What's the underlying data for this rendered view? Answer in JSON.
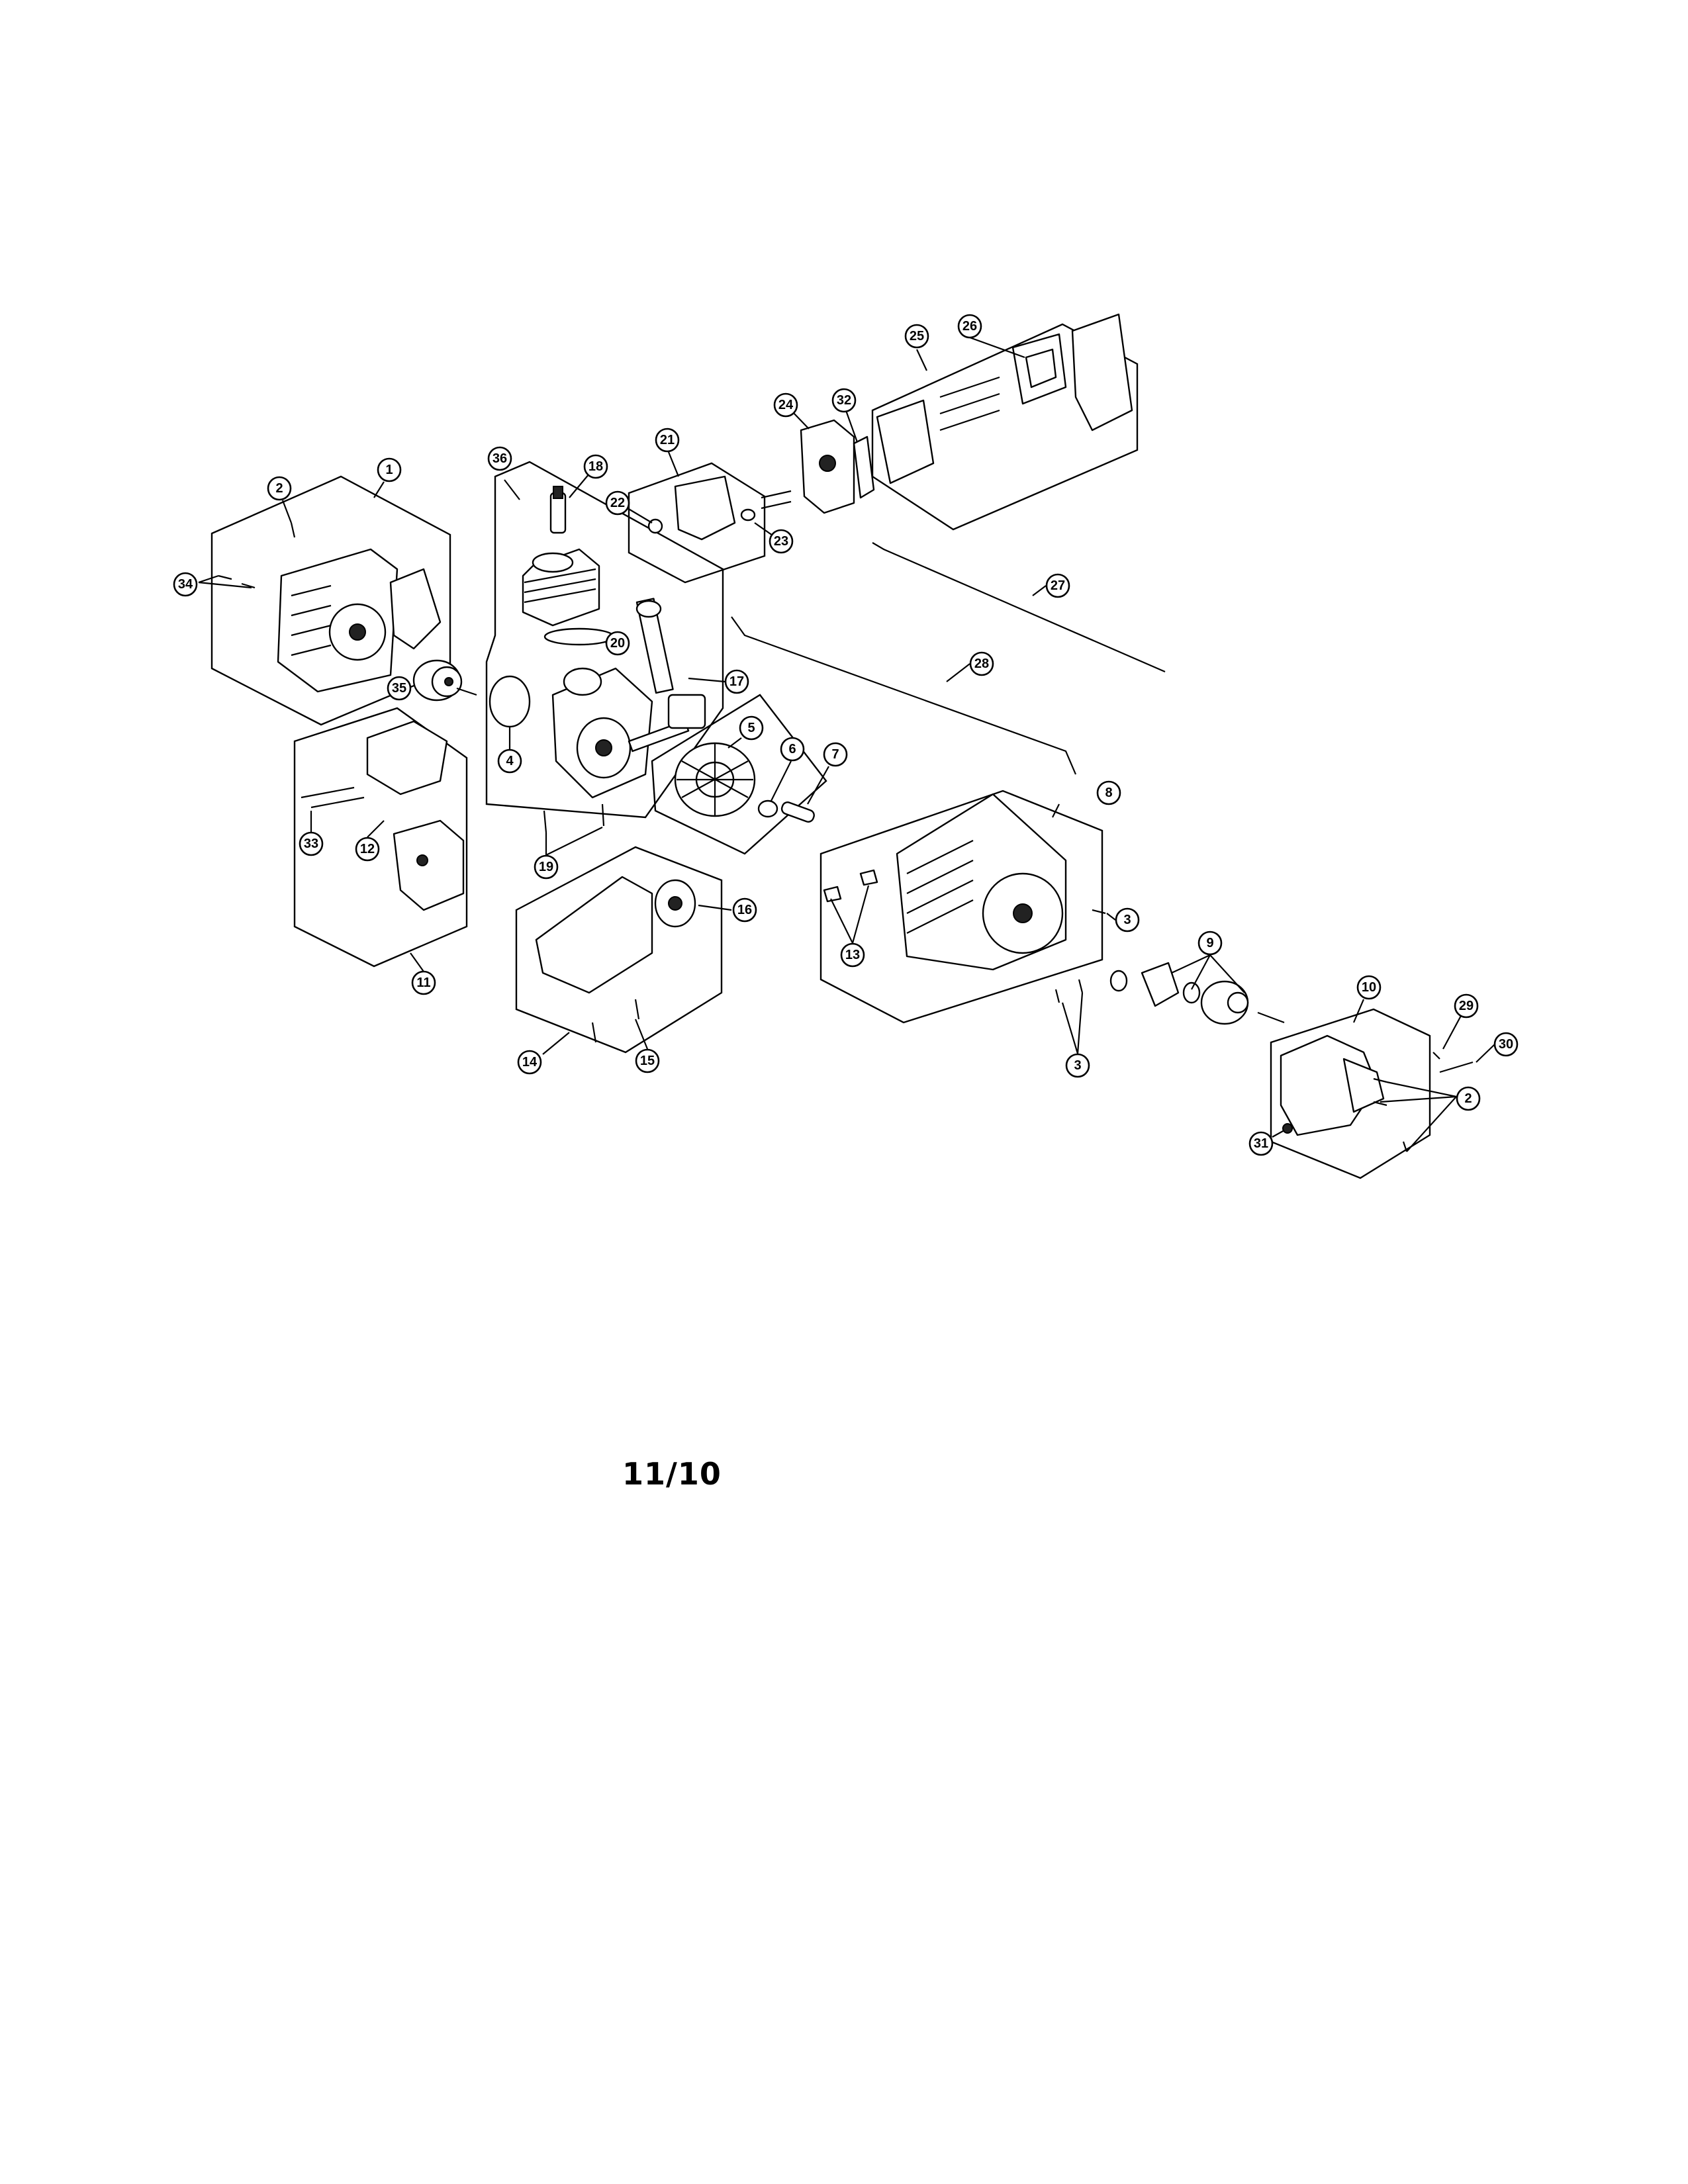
{
  "page": {
    "footer_label": "11/10"
  },
  "callouts": [
    {
      "id": "c1",
      "label": "1"
    },
    {
      "id": "c2a",
      "label": "2"
    },
    {
      "id": "c2b",
      "label": "2"
    },
    {
      "id": "c3a",
      "label": "3"
    },
    {
      "id": "c3b",
      "label": "3"
    },
    {
      "id": "c4",
      "label": "4"
    },
    {
      "id": "c5",
      "label": "5"
    },
    {
      "id": "c6",
      "label": "6"
    },
    {
      "id": "c7",
      "label": "7"
    },
    {
      "id": "c8",
      "label": "8"
    },
    {
      "id": "c9",
      "label": "9"
    },
    {
      "id": "c10",
      "label": "10"
    },
    {
      "id": "c11",
      "label": "11"
    },
    {
      "id": "c12",
      "label": "12"
    },
    {
      "id": "c13",
      "label": "13"
    },
    {
      "id": "c14",
      "label": "14"
    },
    {
      "id": "c15",
      "label": "15"
    },
    {
      "id": "c16",
      "label": "16"
    },
    {
      "id": "c17",
      "label": "17"
    },
    {
      "id": "c18",
      "label": "18"
    },
    {
      "id": "c19",
      "label": "19"
    },
    {
      "id": "c20",
      "label": "20"
    },
    {
      "id": "c21",
      "label": "21"
    },
    {
      "id": "c22",
      "label": "22"
    },
    {
      "id": "c23",
      "label": "23"
    },
    {
      "id": "c24",
      "label": "24"
    },
    {
      "id": "c25",
      "label": "25"
    },
    {
      "id": "c26",
      "label": "26"
    },
    {
      "id": "c27",
      "label": "27"
    },
    {
      "id": "c28",
      "label": "28"
    },
    {
      "id": "c29",
      "label": "29"
    },
    {
      "id": "c30",
      "label": "30"
    },
    {
      "id": "c31",
      "label": "31"
    },
    {
      "id": "c32",
      "label": "32"
    },
    {
      "id": "c33",
      "label": "33"
    },
    {
      "id": "c34",
      "label": "34"
    },
    {
      "id": "c35",
      "label": "35"
    },
    {
      "id": "c36",
      "label": "36"
    }
  ]
}
